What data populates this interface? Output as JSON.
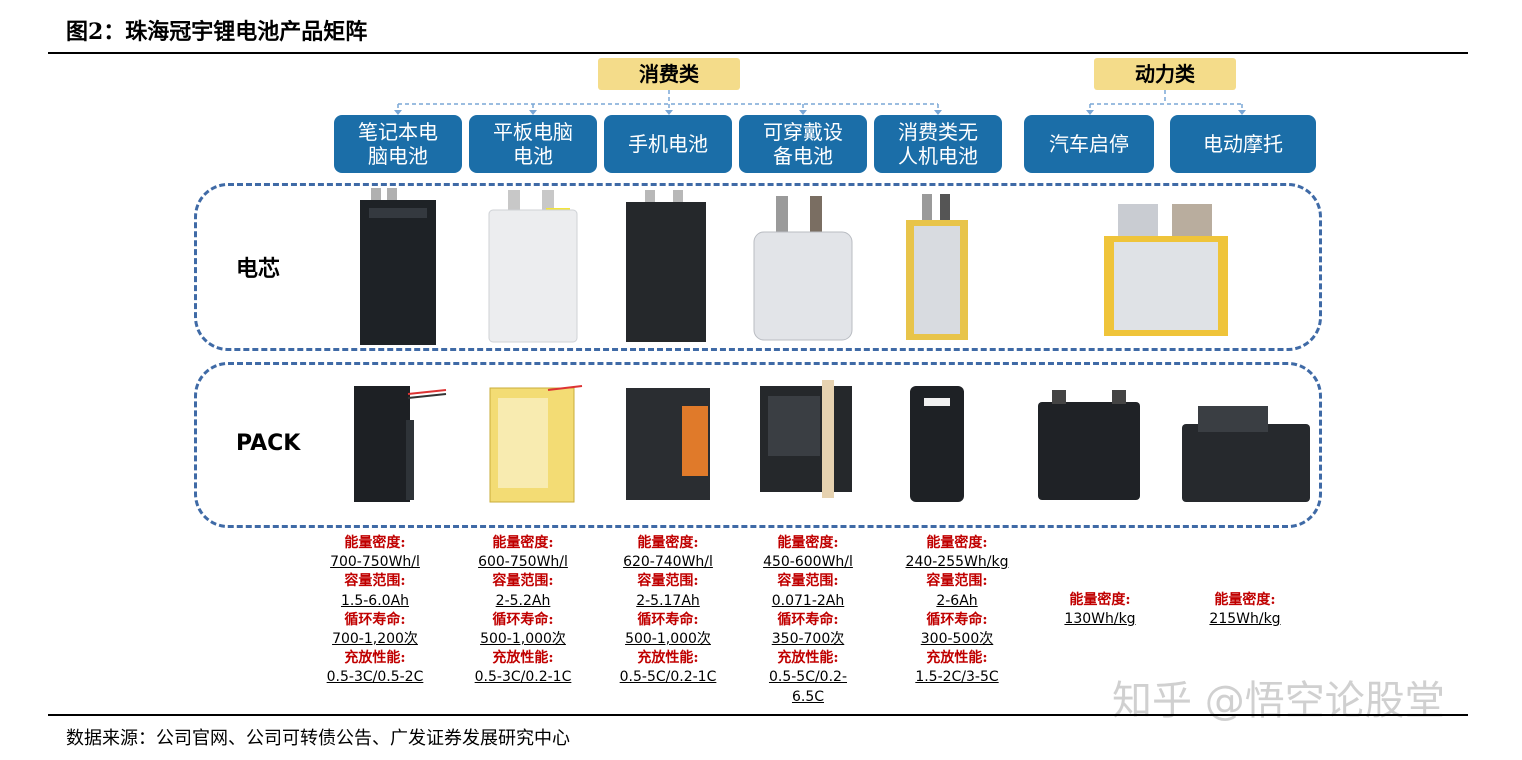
{
  "title": "图2：珠海冠宇锂电池产品矩阵",
  "source": "数据来源：公司官网、公司可转债公告、广发证券发展研究中心",
  "watermark": "知乎 @悟空论股堂",
  "categories": [
    {
      "label": "消费类"
    },
    {
      "label": "动力类"
    }
  ],
  "products": [
    {
      "label": "笔记本电\n脑电池"
    },
    {
      "label": "平板电脑\n电池"
    },
    {
      "label": "手机电池"
    },
    {
      "label": "可穿戴设\n备电池"
    },
    {
      "label": "消费类无\n人机电池"
    },
    {
      "label": "汽车启停"
    },
    {
      "label": "电动摩托"
    }
  ],
  "rows": {
    "cell": "电芯",
    "pack": "PACK"
  },
  "specs": [
    {
      "k1": "能量密度:",
      "v1": "700-750Wh/l",
      "k2": "容量范围:",
      "v2": "1.5-6.0Ah",
      "k3": "循环寿命:",
      "v3": "700-1,200次",
      "k4": "充放性能:",
      "v4": "0.5-3C/0.5-2C"
    },
    {
      "k1": "能量密度:",
      "v1": "600-750Wh/l",
      "k2": "容量范围:",
      "v2": "2-5.2Ah",
      "k3": "循环寿命:",
      "v3": "500-1,000次",
      "k4": "充放性能:",
      "v4": "0.5-3C/0.2-1C"
    },
    {
      "k1": "能量密度:",
      "v1": "620-740Wh/l",
      "k2": "容量范围:",
      "v2": "2-5.17Ah",
      "k3": "循环寿命:",
      "v3": "500-1,000次",
      "k4": "充放性能:",
      "v4": "0.5-5C/0.2-1C"
    },
    {
      "k1": "能量密度:",
      "v1": "450-600Wh/l",
      "k2": "容量范围:",
      "v2": "0.071-2Ah",
      "k3": "循环寿命:",
      "v3": "350-700次",
      "k4": "充放性能:",
      "v4": "0.5-5C/0.2-",
      "v5": "6.5C"
    },
    {
      "k1": "能量密度:",
      "v1": "240-255Wh/kg",
      "k2": "容量范围:",
      "v2": "2-6Ah",
      "k3": "循环寿命:",
      "v3": "300-500次",
      "k4": "充放性能:",
      "v4": "1.5-2C/3-5C"
    },
    {
      "k1": "能量密度:",
      "v1": "130Wh/kg"
    },
    {
      "k1": "能量密度:",
      "v1": "215Wh/kg"
    }
  ],
  "colors": {
    "accent_blue": "#1b6ea8",
    "tag_yellow": "#f4dc8a",
    "key_red": "#c00000",
    "dash_blue": "#3f6aa6"
  }
}
